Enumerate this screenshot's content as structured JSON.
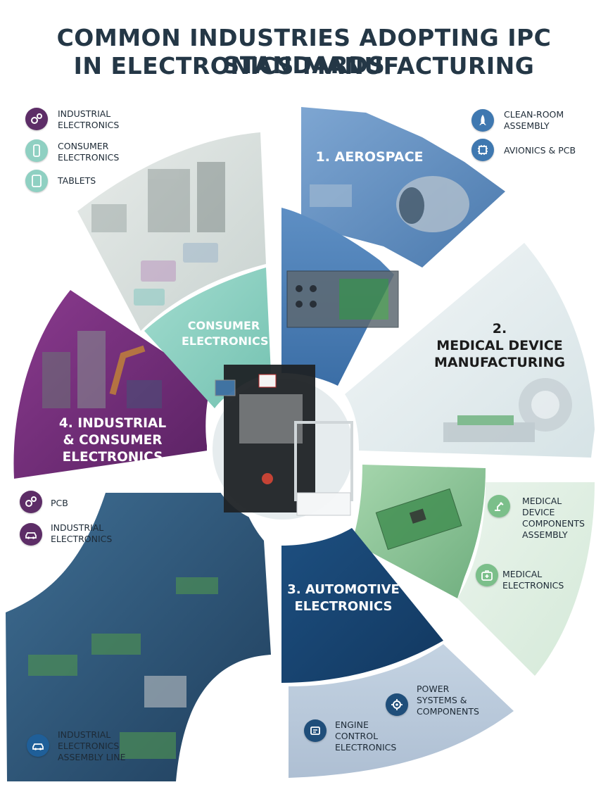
{
  "title": {
    "line1": "COMMON INDUSTRIES ADOPTING IPC STANDARDS",
    "line2": "IN ELECTRONICS MANUFACTURING"
  },
  "sections": {
    "aerospace": {
      "label": "1. AEROSPACE"
    },
    "medical": {
      "line1": "2.",
      "line2": "MEDICAL DEVICE",
      "line3": "MANUFACTURING"
    },
    "automotive": {
      "line1": "3. AUTOMOTIVE",
      "line2": "ELECTRONICS"
    },
    "industrial": {
      "line1": "4. INDUSTRIAL",
      "line2": "& CONSUMER",
      "line3": "ELECTRONICS"
    },
    "consumer": {
      "line1": "CONSUMER",
      "line2": "ELECTRONICS"
    }
  },
  "callouts": {
    "top_left": [
      {
        "icon": "gears-icon",
        "line1": "INDUSTRIAL",
        "line2": "ELECTRONICS"
      },
      {
        "icon": "smartphone-icon",
        "line1": "CONSUMER",
        "line2": "ELECTRONICS"
      },
      {
        "icon": "tablet-icon",
        "line1": "TABLETS"
      }
    ],
    "top_right": [
      {
        "icon": "rocket-icon",
        "line1": "CLEAN-ROOM",
        "line2": "ASSEMBLY"
      },
      {
        "icon": "chip-icon",
        "line1": "AVIONICS & PCB"
      }
    ],
    "mid_left": [
      {
        "icon": "gears-icon",
        "line1": "PCB"
      },
      {
        "icon": "car-icon",
        "line1": "INDUSTRIAL",
        "line2": "ELECTRONICS"
      }
    ],
    "mid_right": [
      {
        "icon": "robot-arm-icon",
        "line1": "MEDICAL",
        "line2": "DEVICE",
        "line3": "COMPONENTS",
        "line4": "ASSEMBLY"
      },
      {
        "icon": "medical-kit-icon",
        "line1": "MEDICAL",
        "line2": "ELECTRONICS"
      }
    ],
    "bottom_right": [
      {
        "icon": "gear-chip-icon",
        "line1": "POWER",
        "line2": "SYSTEMS &",
        "line3": "COMPONENTS"
      },
      {
        "icon": "ecu-icon",
        "line1": "ENGINE",
        "line2": "CONTROL",
        "line3": "ELECTRONICS"
      }
    ],
    "bottom_left": [
      {
        "icon": "car-icon",
        "line1": "INDUSTRIAL",
        "line2": "ELECTRONICS",
        "line3": "ASSEMBLY LINE"
      }
    ]
  },
  "colors": {
    "title": "#243746",
    "aerospace": "#4f7fb5",
    "medical": "#dfe8ea",
    "medical_green": "#8ec79a",
    "automotive": "#17436f",
    "industrial": "#6b2a72",
    "consumer": "#8fd0c2",
    "teal_icon": "#6fc2b4",
    "purple_icon": "#5d2d67",
    "blue_icon": "#3f78b0",
    "navy_icon": "#1f4e7a",
    "green_icon": "#7bbf8a"
  }
}
